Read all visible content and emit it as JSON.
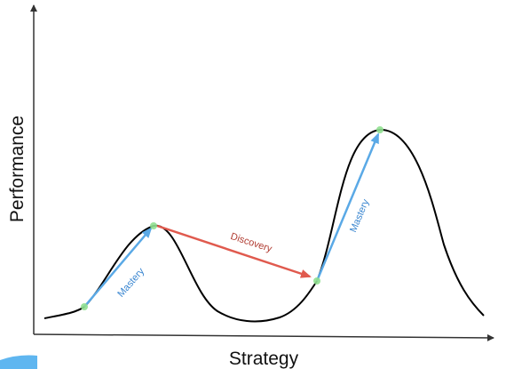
{
  "axes": {
    "x_label": "Strategy",
    "y_label": "Performance"
  },
  "arrows": {
    "mastery_left_label": "Mastery",
    "discovery_label": "Discovery",
    "mastery_right_label": "Mastery"
  },
  "colors": {
    "curve": "#000000",
    "mastery": "#5aa9e6",
    "mastery_text": "#3a86d0",
    "discovery": "#e05a4e",
    "discovery_text": "#b03a30",
    "marker": "#90e090",
    "accent_corner": "#5fb6f0"
  }
}
